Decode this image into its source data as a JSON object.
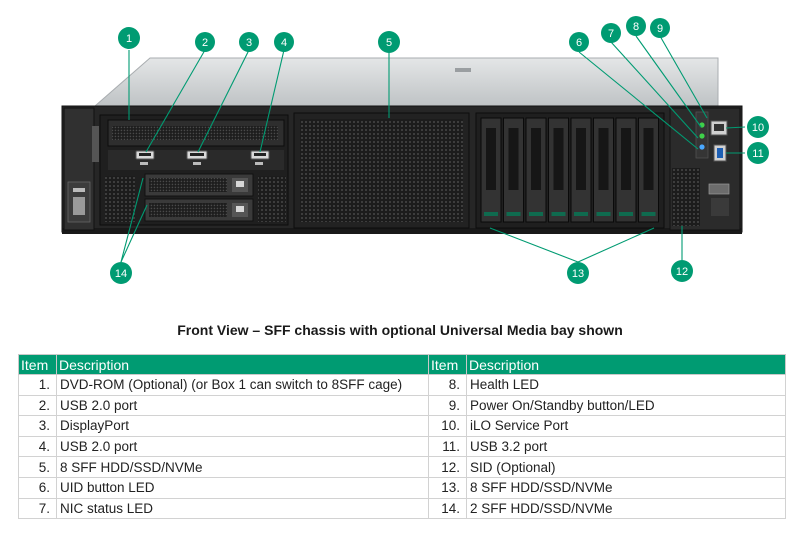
{
  "callouts": [
    {
      "n": "1"
    },
    {
      "n": "2"
    },
    {
      "n": "3"
    },
    {
      "n": "4"
    },
    {
      "n": "5"
    },
    {
      "n": "6"
    },
    {
      "n": "7"
    },
    {
      "n": "8"
    },
    {
      "n": "9"
    },
    {
      "n": "10"
    },
    {
      "n": "11"
    },
    {
      "n": "12"
    },
    {
      "n": "13"
    },
    {
      "n": "14"
    }
  ],
  "colors": {
    "callout": "#009b72",
    "header": "#009b72",
    "chassis": "#2b2b2b",
    "lid": "#cfd2d4"
  },
  "caption": "Front View – SFF chassis with optional Universal Media bay shown",
  "table": {
    "headers": [
      "Item",
      "Description",
      "Item",
      "Description"
    ],
    "rows": [
      [
        "1.",
        "DVD-ROM (Optional) (or Box 1 can switch to 8SFF cage)",
        "8.",
        "Health LED"
      ],
      [
        "2.",
        "USB 2.0 port",
        "9.",
        "Power On/Standby button/LED"
      ],
      [
        "3.",
        "DisplayPort",
        "10.",
        "iLO Service Port"
      ],
      [
        "4.",
        "USB 2.0 port",
        "11.",
        "USB 3.2 port"
      ],
      [
        "5.",
        "8 SFF HDD/SSD/NVMe",
        "12.",
        "SID (Optional)"
      ],
      [
        "6.",
        "UID button LED",
        "13.",
        "8 SFF HDD/SSD/NVMe"
      ],
      [
        "7.",
        "NIC status LED",
        "14.",
        "2 SFF HDD/SSD/NVMe"
      ]
    ]
  }
}
